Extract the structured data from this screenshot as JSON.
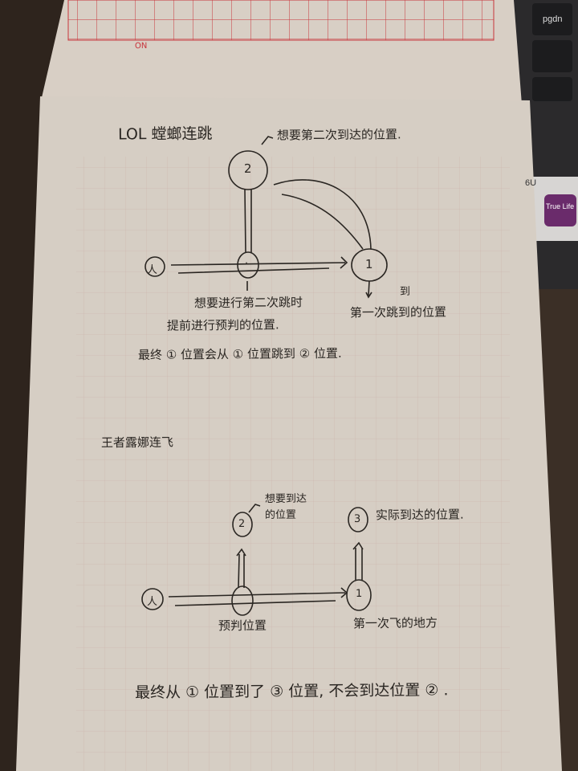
{
  "colors": {
    "paper": "#d9d1c7",
    "ink": "#2a2622",
    "grid": "#c9a9a3",
    "red_grid": "#c8343c",
    "desk": "#3b2f26"
  },
  "keyboard": {
    "key_pgdn": "pgdn",
    "sticker_model": "6U",
    "sticker_brand": "True Life"
  },
  "top_sheet": {
    "red_mark": "ON"
  },
  "lol": {
    "title": "LOL 螳螂连跳",
    "circle_person": "人",
    "circle_predict": "·",
    "circle_first": "1",
    "circle_second": "2",
    "label_target": "想要第二次到达的位置.",
    "label_predict_line1": "想要进行第二次跳时",
    "label_predict_line2": "提前进行预判的位置.",
    "label_first": "第一次跳到的位置",
    "label_correction": "到",
    "conclusion": "最终 ① 位置会从 ① 位置跳到 ② 位置."
  },
  "luna": {
    "title": "王者露娜连飞",
    "circle_person": "人",
    "circle_first": "1",
    "circle_wanted": "2",
    "circle_actual": "3",
    "label_wanted_line1": "想要到达",
    "label_wanted_line2": "的位置",
    "label_actual": "实际到达的位置.",
    "label_predict": "预判位置",
    "label_first": "第一次飞的地方",
    "conclusion": "最终从 ① 位置到了 ③ 位置, 不会到达位置 ② ."
  }
}
